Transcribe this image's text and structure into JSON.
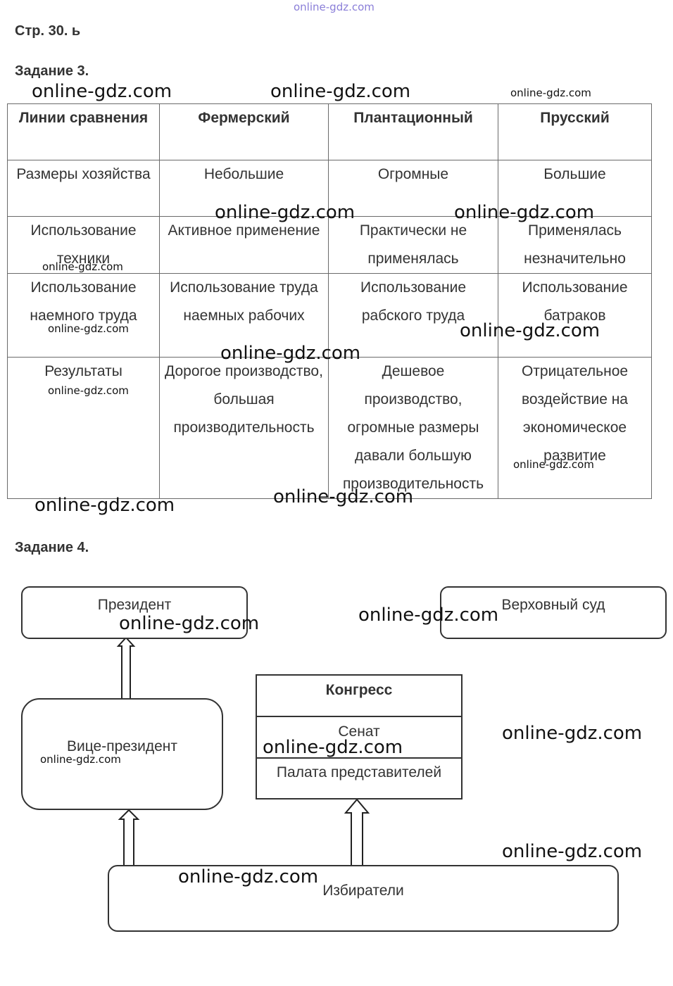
{
  "watermark_top": "online-gdz.com",
  "watermark": "online-gdz.com",
  "page_label": "Стр. 30. ь",
  "task3": {
    "title": "Задание 3.",
    "headers": [
      "Линии сравнения",
      "Фермерский",
      "Плантационный",
      "Прусский"
    ],
    "rows": [
      [
        "Размеры хозяйства",
        "Небольшие",
        "Огромные",
        "Большие"
      ],
      [
        "Использование техники",
        "Активное применение",
        "Практически не применялась",
        "Применялась незначительно"
      ],
      [
        "Использование наемного труда",
        "Использование труда наемных рабочих",
        "Использование рабского труда",
        "Использование батраков"
      ],
      [
        "Результаты",
        "Дорогое производство, большая производительность",
        "Дешевое производство, огромные размеры давали большую производительность",
        "Отрицательное воздействие на экономическое развитие"
      ]
    ]
  },
  "task4": {
    "title": "Задание 4.",
    "president": "Президент",
    "supreme_court": "Верховный суд",
    "vice_president": "Вице-президент",
    "congress": {
      "title": "Конгресс",
      "senate": "Сенат",
      "house": "Палата представителей"
    },
    "voters": "Избиратели"
  }
}
